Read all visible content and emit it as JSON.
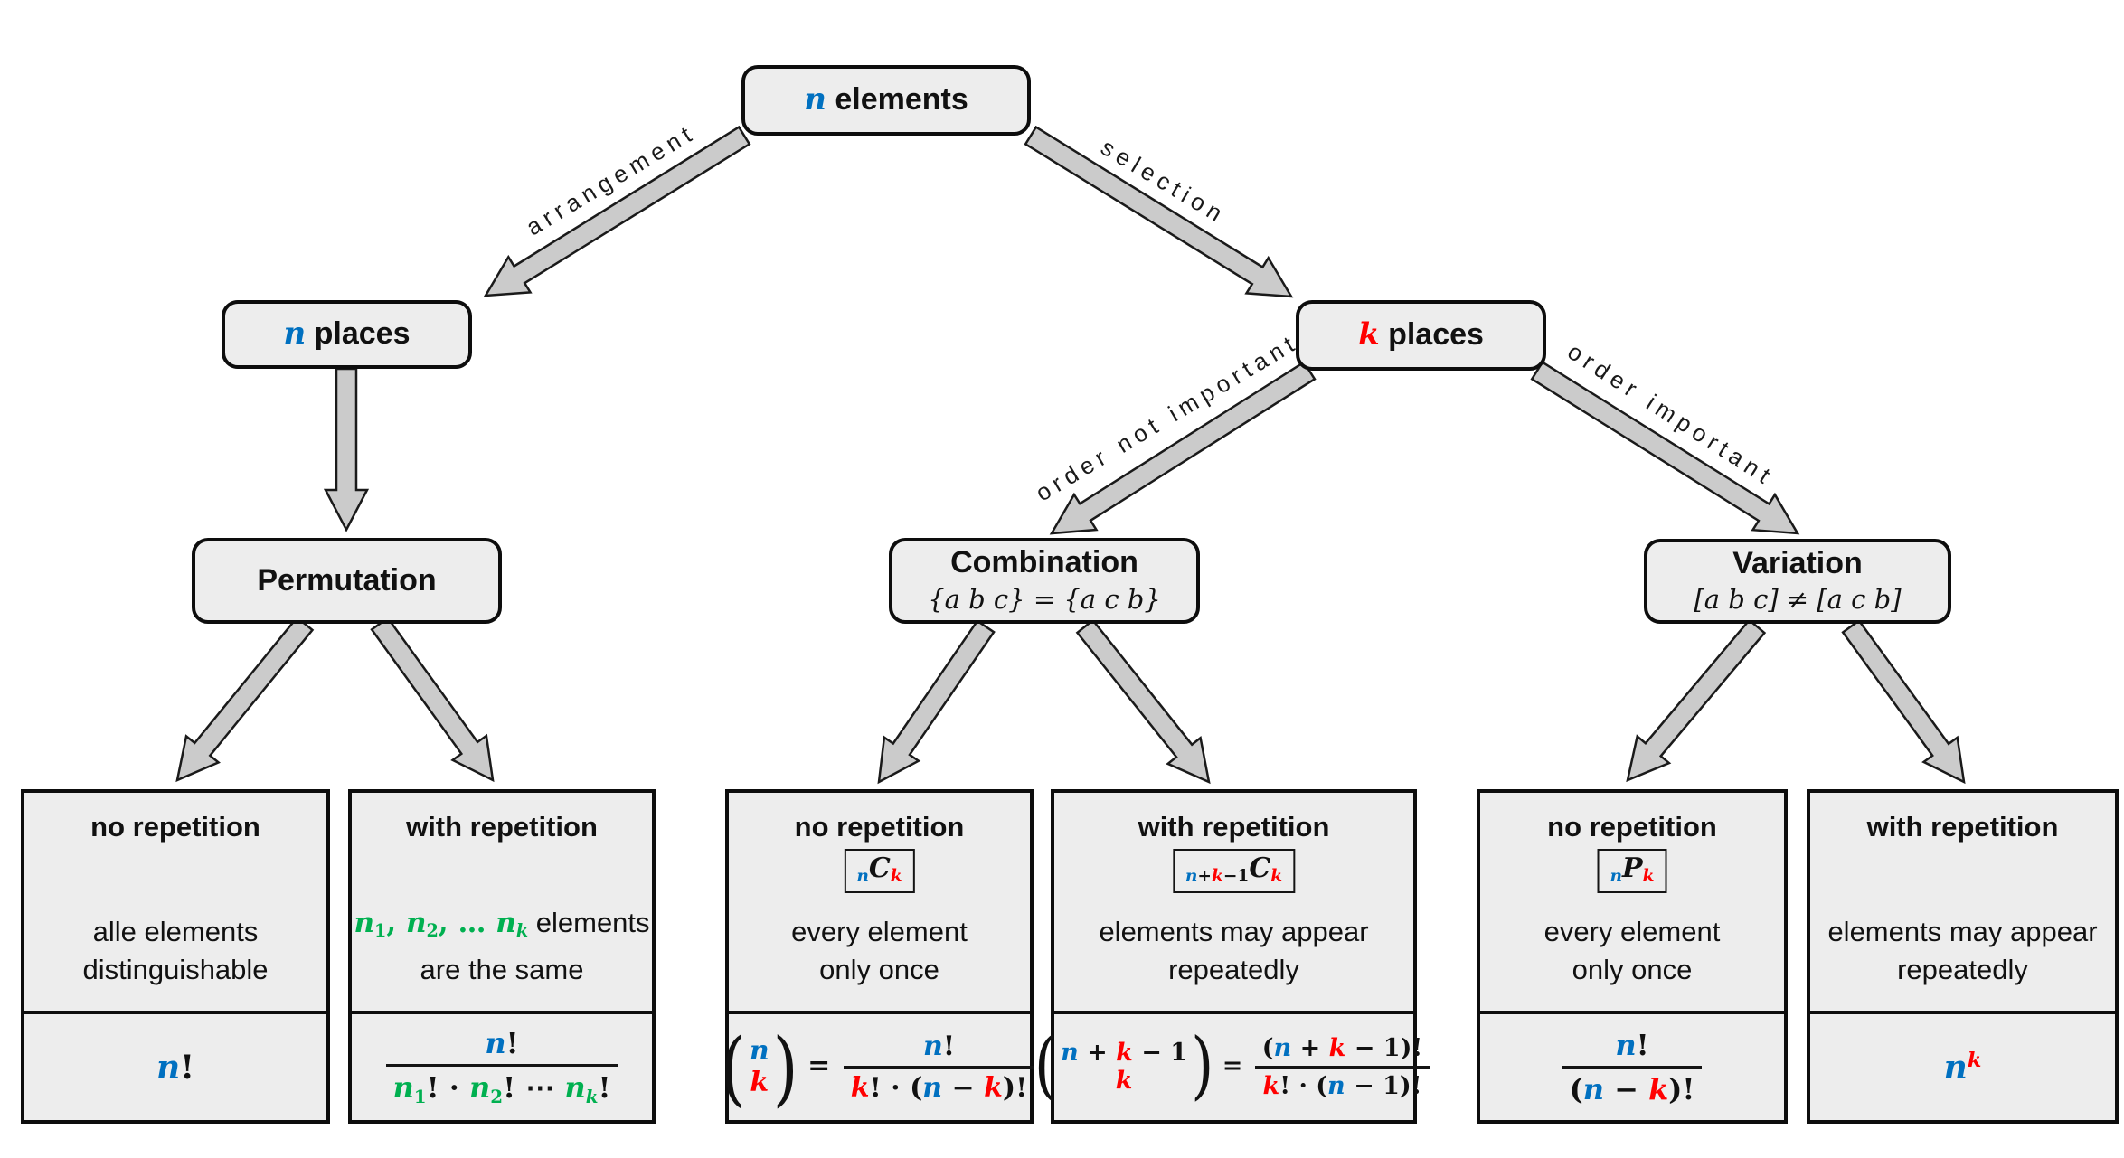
{
  "palette": {
    "blue": "#0070C0",
    "red": "#FF0000",
    "green": "#00B050",
    "box_fill": "#EDEDED",
    "arrow_fill": "#CBCBCB",
    "border": "#0D0D0D"
  },
  "nodes": {
    "root": {
      "tokens": [
        {
          "v": "n",
          "c": "blue",
          "m": 1
        },
        {
          "v": " elements"
        }
      ]
    },
    "n_places": {
      "tokens": [
        {
          "v": "n",
          "c": "blue",
          "m": 1
        },
        {
          "v": " places"
        }
      ]
    },
    "k_places": {
      "tokens": [
        {
          "v": "k",
          "c": "red",
          "m": 1
        },
        {
          "v": " places"
        }
      ]
    },
    "permutation": {
      "title": "Permutation"
    },
    "combination": {
      "title": "Combination",
      "subtitle": [
        {
          "v": "{a b c} = {a c b}",
          "mi": 1
        }
      ]
    },
    "variation": {
      "title": "Variation",
      "subtitle": [
        {
          "v": "[a b c] ≠ [a c b]",
          "mi": 1
        }
      ]
    }
  },
  "edges": {
    "arrangement": "arrangement",
    "selection": "selection",
    "order_not_important": "order not important",
    "order_important": "order important"
  },
  "leaves": [
    {
      "title": "no repetition",
      "notation": null,
      "desc": [
        [
          {
            "v": "alle elements"
          }
        ],
        [
          {
            "v": "distinguishable"
          }
        ]
      ],
      "formula": [
        {
          "v": "n",
          "c": "blue",
          "m": 1
        },
        {
          "v": "!",
          "s": 1
        }
      ]
    },
    {
      "title": "with repetition",
      "notation": null,
      "desc": [
        [
          {
            "v": "n",
            "c": "green",
            "m": 1
          },
          {
            "t": "sub",
            "v": [
              {
                "v": "1",
                "c": "green",
                "s": 1
              }
            ]
          },
          {
            "v": ", ",
            "c": "green",
            "s": 1
          },
          {
            "v": "n",
            "c": "green",
            "m": 1
          },
          {
            "t": "sub",
            "v": [
              {
                "v": "2",
                "c": "green",
                "s": 1
              }
            ]
          },
          {
            "v": ", … ",
            "c": "green",
            "s": 1
          },
          {
            "v": "n",
            "c": "green",
            "m": 1
          },
          {
            "t": "sub",
            "v": [
              {
                "v": "k",
                "c": "green",
                "m": 1
              }
            ]
          },
          {
            "v": " elements"
          }
        ],
        [
          {
            "v": "are the same"
          }
        ]
      ],
      "formula": [
        {
          "t": "frac",
          "num": [
            {
              "v": "n",
              "c": "blue",
              "m": 1
            },
            {
              "v": "!",
              "s": 1
            }
          ],
          "den": [
            {
              "v": "n",
              "c": "green",
              "m": 1
            },
            {
              "t": "sub",
              "v": [
                {
                  "v": "1",
                  "c": "green",
                  "s": 1
                }
              ]
            },
            {
              "v": "! · ",
              "s": 1
            },
            {
              "v": "n",
              "c": "green",
              "m": 1
            },
            {
              "t": "sub",
              "v": [
                {
                  "v": "2",
                  "c": "green",
                  "s": 1
                }
              ]
            },
            {
              "v": "! ⋯ ",
              "s": 1
            },
            {
              "v": "n",
              "c": "green",
              "m": 1
            },
            {
              "t": "sub",
              "v": [
                {
                  "v": "k",
                  "c": "green",
                  "m": 1
                }
              ]
            },
            {
              "v": "!",
              "s": 1
            }
          ]
        }
      ]
    },
    {
      "title": "no repetition",
      "notation": [
        {
          "t": "sub",
          "v": [
            {
              "v": "n",
              "c": "blue",
              "m": 1
            }
          ]
        },
        {
          "v": "C",
          "m": 1
        },
        {
          "t": "sub",
          "v": [
            {
              "v": "k",
              "c": "red",
              "m": 1
            }
          ]
        }
      ],
      "desc": [
        [
          {
            "v": "every element"
          }
        ],
        [
          {
            "v": "only once"
          }
        ]
      ],
      "formula": [
        {
          "t": "binom",
          "top": [
            {
              "v": "n",
              "c": "blue",
              "m": 1
            }
          ],
          "bot": [
            {
              "v": "k",
              "c": "red",
              "m": 1
            }
          ]
        },
        {
          "v": " = ",
          "s": 1
        },
        {
          "t": "frac",
          "num": [
            {
              "v": "n",
              "c": "blue",
              "m": 1
            },
            {
              "v": "!",
              "s": 1
            }
          ],
          "den": [
            {
              "v": "k",
              "c": "red",
              "m": 1
            },
            {
              "v": "! · (",
              "s": 1
            },
            {
              "v": "n",
              "c": "blue",
              "m": 1
            },
            {
              "v": " − ",
              "s": 1
            },
            {
              "v": "k",
              "c": "red",
              "m": 1
            },
            {
              "v": ")!",
              "s": 1
            }
          ]
        }
      ]
    },
    {
      "title": "with repetition",
      "notation": [
        {
          "t": "sub",
          "v": [
            {
              "v": "n",
              "c": "blue",
              "m": 1
            },
            {
              "v": "+",
              "s": 1
            },
            {
              "v": "k",
              "c": "red",
              "m": 1
            },
            {
              "v": "−1",
              "s": 1
            }
          ]
        },
        {
          "v": "C",
          "m": 1
        },
        {
          "t": "sub",
          "v": [
            {
              "v": "k",
              "c": "red",
              "m": 1
            }
          ]
        }
      ],
      "desc": [
        [
          {
            "v": "elements may appear"
          }
        ],
        [
          {
            "v": "repeatedly"
          }
        ]
      ],
      "formula": [
        {
          "t": "binom",
          "top": [
            {
              "v": "n",
              "c": "blue",
              "m": 1
            },
            {
              "v": " + ",
              "s": 1
            },
            {
              "v": "k",
              "c": "red",
              "m": 1
            },
            {
              "v": " − 1",
              "s": 1
            }
          ],
          "bot": [
            {
              "v": "k",
              "c": "red",
              "m": 1
            }
          ]
        },
        {
          "v": " = ",
          "s": 1
        },
        {
          "t": "frac",
          "num": [
            {
              "v": "(",
              "s": 1
            },
            {
              "v": "n",
              "c": "blue",
              "m": 1
            },
            {
              "v": " + ",
              "s": 1
            },
            {
              "v": "k",
              "c": "red",
              "m": 1
            },
            {
              "v": " − 1",
              "s": 1
            },
            {
              "v": ")!",
              "s": 1
            }
          ],
          "den": [
            {
              "v": "k",
              "c": "red",
              "m": 1
            },
            {
              "v": "! · (",
              "s": 1
            },
            {
              "v": "n",
              "c": "blue",
              "m": 1
            },
            {
              "v": " − 1",
              "s": 1
            },
            {
              "v": ")!",
              "s": 1
            }
          ]
        }
      ]
    },
    {
      "title": "no repetition",
      "notation": [
        {
          "t": "sub",
          "v": [
            {
              "v": "n",
              "c": "blue",
              "m": 1
            }
          ]
        },
        {
          "v": "P",
          "m": 1
        },
        {
          "t": "sub",
          "v": [
            {
              "v": "k",
              "c": "red",
              "m": 1
            }
          ]
        }
      ],
      "desc": [
        [
          {
            "v": "every element"
          }
        ],
        [
          {
            "v": "only once"
          }
        ]
      ],
      "formula": [
        {
          "t": "frac",
          "num": [
            {
              "v": "n",
              "c": "blue",
              "m": 1
            },
            {
              "v": "!",
              "s": 1
            }
          ],
          "den": [
            {
              "v": "(",
              "s": 1
            },
            {
              "v": "n",
              "c": "blue",
              "m": 1
            },
            {
              "v": " − ",
              "s": 1
            },
            {
              "v": "k",
              "c": "red",
              "m": 1
            },
            {
              "v": ")!",
              "s": 1
            }
          ]
        }
      ]
    },
    {
      "title": "with repetition",
      "notation": null,
      "desc": [
        [
          {
            "v": "elements may appear"
          }
        ],
        [
          {
            "v": "repeatedly"
          }
        ]
      ],
      "formula": [
        {
          "v": "n",
          "c": "blue",
          "m": 1
        },
        {
          "t": "sup",
          "v": [
            {
              "v": "k",
              "c": "red",
              "m": 1
            }
          ]
        }
      ]
    }
  ]
}
